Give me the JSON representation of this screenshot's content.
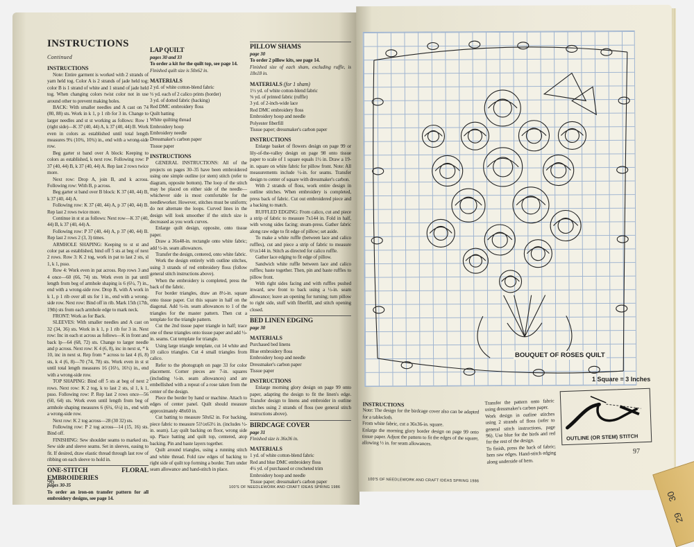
{
  "left_page": {
    "header": {
      "title": "INSTRUCTIONS",
      "subtitle": "Continued"
    },
    "col1": {
      "heading": "INSTRUCTIONS",
      "paragraphs": [
        "Note: Entire garment is worked with 2 strands of yarn held tog. Color A is 2 strands of jade held tog; color B is 1 strand of white and 1 strand of jade held tog. When changing colors twist color not in use around other to prevent making holes.",
        "BACK: With smaller needles and A cast on 74 (80, 88) sts. Work in k 1, p 1 rib for 3 in. Change to larger needles and st st working as follows: Row 1 (right side)—K 37 (40, 44) A, k 37 (40, 44) B. Work even in colors as established until total length measures 9¾ (10¾, 10¾) in., end with a wrong-side row.",
        "Beg garter st band over A block: Keeping to colors as established, k next row. Following row: P 37 (40, 44) B, k 37 (40, 44) A. Rep last 2 rows twice more.",
        "Next row: Drop A, join B, and k across. Following row: With B, p across.",
        "Beg garter st band over B block: K 37 (40, 44) B, k 37 (40, 44) A.",
        "Following row: K 37 (40, 44) A, p 37 (40, 44) B. Rep last 2 rows twice more.",
        "Continue in st st as follows: Next row—K 37 (40, 44) B, k 37 (40, 44) A.",
        "Following row: P 37 (40, 44) A, p 37 (40, 44) B. Rep last 2 rows 2 (3, 3) times.",
        "ARMHOLE SHAPING: Keeping to st st and color pat as established, bind off 5 sts at beg of next 2 rows. Row 3: K 2 tog, work in pat to last 2 sts, sl 1, k 1, psso.",
        "Row 4: Work even in pat across. Rep rows 3 and 4 once—60 (66, 74) sts. Work even in pat until length from beg of armhole shaping is 6 (6½, 7) in., end with a wrong-side row. Drop B, with A work in k 1, p 1 rib over all sts for 1 in., end with a wrong-side row. Next row: Bind off in rib. Mark 15th (17th, 19th) sts from each armhole edge to mark neck.",
        "FRONT: Work as for Back.",
        "SLEEVES: With smaller needles and A cast on 32 (34, 36) sts. Work in k 1, p 1 rib for 3 in. Next row: Inc in each st across as follows—K in front and back lp—64 (68, 72) sts. Change to larger needle and p across. Next row: K 4 (6, 8), inc in next st, * k 10, inc in next st. Rep from * across to last 4 (6, 8) sts, k 4 (6, 8)—70 (74, 78) sts. Work even in st st until total length measures 16 (16½, 16½) in., end with a wrong-side row.",
        "TOP SHAPING: Bind off 5 sts at beg of next 2 rows. Next row: K 2 tog, k to last 2 sts, sl 1, k 1, psso. Following row: P. Rep last 2 rows once—56 (60, 64) sts. Work even until length from beg of armhole shaping measures 6 (6¼, 6¼) in., end with a wrong-side row.",
        "Next row: K 2 tog across—28 (30 32) sts.",
        "Following row: P 2 tog across—14 (15, 16) sts. Bind off.",
        "FINISHING: Sew shoulder seams to marked sts. Sew side and sleeve seams. Set in sleeves, easing to fit. If desired, draw elastic thread through last row of ribbing on each sleeve to hold in."
      ],
      "section2": {
        "title": "ONE-STITCH FLORAL EMBROIDERIES",
        "pages": "pages 30-35",
        "order": "To order an iron-on transfer pattern for all embroidery designs, see page 14."
      }
    },
    "col2": {
      "title": "LAP QUILT",
      "pages": "pages 30 and 33",
      "order": "To order a kit for the quilt top, see page 14.",
      "finished": "Finished quilt size is 50x62 in.",
      "materials_heading": "MATERIALS",
      "materials": [
        "2 yd. of white cotton-blend fabric",
        "⅓ yd. each of 2 calico prints (border)",
        "3 yd. of dotted fabric (backing)",
        "Red DMC embroidery floss",
        "Quilt batting",
        "White quilting thread",
        "Embroidery hoop",
        "Embroidery needle",
        "Dressmaker's carbon paper",
        "Tissue paper"
      ],
      "instructions_heading": "INSTRUCTIONS",
      "paragraphs": [
        "GENERAL INSTRUCTIONS: All of the projects on pages 30–35 have been embroidered using one simple outline (or stem) stitch (refer to diagram, opposite bottom). The loop of the stitch may be placed on either side of the needle—whichever side is most comfortable for the needleworker. However, stitches must be uniform; do not alternate the loops. Curved lines in the design will look smoother if the stitch size is decreased as you work curves.",
        "Enlarge quilt design, opposite, onto tissue paper.",
        "Draw a 36x48-in. rectangle onto white fabric; add ½-in. seam allowances.",
        "Transfer the design, centered, onto white fabric.",
        "Work the design entirely with outline stitches, using 3 strands of red embroidery floss (follow general stitch instructions above).",
        "When the embroidery is completed, press the back of the fabric.",
        "For border triangles, draw an 8½-in. square onto tissue paper. Cut this square in half on the diagonal. Add ½-in. seam allowances to 1 of the triangles for the master pattern. Then cut a template for the triangle pattern.",
        "Cut the 2nd tissue paper triangle in half; trace one of these triangles onto tissue paper and add ½-in. seams. Cut template for triangle.",
        "Using large triangle template, cut 14 white and 10 calico triangles. Cut 4 small triangles from calico.",
        "Refer to the photograph on page 33 for color placement. Corner pieces are 7-in. squares (including ½-in. seam allowances) and are embellished with a repeat of a rose taken from the center of the design.",
        "Piece the border by hand or machine. Attach to edges of center panel. Quilt should measure approximately 48x60 in.",
        "Cut batting to measure 50x62 in. For backing, piece fabric to measure 51½x63½ in. (includes ½-in. seam). Lay quilt backing on floor, wrong side up. Place batting and quilt top, centered, atop backing. Pin and baste layers together.",
        "Quilt around triangles, using a running stitch and white thread. Fold raw edges of backing to right side of quilt top forming a border. Turn under seam allowance and hand-stitch in place."
      ]
    },
    "col3": {
      "pillow": {
        "title": "PILLOW SHAMS",
        "pages": "page 30",
        "order": "To order 2 pillow kits, see page 14.",
        "finished": "Finished size of each sham, excluding ruffle, is 18x18 in.",
        "materials_heading": "MATERIALS",
        "materials_note": "(for 1 sham)",
        "materials": [
          "1½ yd. of white cotton-blend fabric",
          "⅝ yd. of printed fabric (ruffle)",
          "3 yd. of 2-inch-wide lace",
          "Red DMC embroidery floss",
          "Embroidery hoop and needle",
          "Polyester fiberfill",
          "Tissue paper; dressmaker's carbon paper"
        ],
        "instructions_heading": "INSTRUCTIONS",
        "paragraphs": [
          "Enlarge basket of flowers design on page 99 or lily-of-the-valley design on page 98 onto tissue paper to scale of 1 square equals 1½ in. Draw a 19-in. square on white fabric for pillow front. Note: All measurements include ½-in. for seams. Transfer design to center of square with dressmaker's carbon.",
          "With 2 strands of floss, work entire design in outline stitches. When embroidery is completed, press back of fabric. Cut out embroidered piece and a backing to match.",
          "RUFFLED EDGING: From calico, cut and piece a strip of fabric to measure 7x144 in. Fold in half, with wrong sides facing; steam-press. Gather fabric along raw edge to fit edge of pillow; set aside.",
          "To make a white ruffle (between lace and calico ruffles), cut and piece a strip of fabric to measure 6½x144 in. Stitch as directed for calico ruffle.",
          "Gather lace edging to fit edge of pillow.",
          "Sandwich white ruffle between lace and calico ruffles; baste together. Then, pin and baste ruffles to pillow front.",
          "With right sides facing and with ruffles pushed inward, sew front to back using a ½-in. seam allowance; leave an opening for turning; turn pillow to right side, stuff with fiberfill, and stitch opening closed."
        ]
      },
      "bed": {
        "title": "BED LINEN EDGING",
        "pages": "page 30",
        "materials_heading": "MATERIALS",
        "materials": [
          "Purchased bed linens",
          "Blue embroidery floss",
          "Embroidery hoop and needle",
          "Dressmaker's carbon paper",
          "Tissue paper"
        ],
        "instructions_heading": "INSTRUCTIONS",
        "text": "Enlarge morning glory design on page 99 onto paper, adapting the design to fit the linen's edge. Transfer design to linens and embroider in outline stitches using 2 strands of floss (see general stitch instructions above)."
      },
      "bird": {
        "title": "BIRDCAGE COVER",
        "pages": "page 31",
        "finished": "Finished size is 36x36 in.",
        "materials_heading": "MATERIALS",
        "materials": [
          "1 yd. of white cotton-blend fabric",
          "Red and blue DMC embroidery floss",
          "4¼ yd. of purchased or crocheted trim",
          "Embroidery hoop and needle",
          "Tissue paper; dressmaker's carbon paper"
        ]
      }
    },
    "page_number": "96",
    "footer": "100'S OF NEEDLEWORK AND CRAFT IDEAS SPRING 1986"
  },
  "right_page": {
    "pattern_title": "BOUQUET OF ROSES QUILT",
    "scale": "1 Square = 3 Inches",
    "instructions_heading": "INSTRUCTIONS",
    "col1": [
      "Note: The design for the birdcage cover also can be adapted for a tablecloth.",
      "From white fabric, cut a 36x36-in. square.",
      "Enlarge the morning glory border design on page 99 onto tissue paper. Adjust the pattern to fit the edges of the square, allowing ½ in. for seam allowances."
    ],
    "col2": [
      "Transfer the pattern onto fabric using dressmaker's carbon paper.",
      "Work design in outline stitches using 2 strands of floss (refer to general stitch instructions, page 96). Use blue for the birds and red for the rest of the design.",
      "To finish, press the back of fabric; hem raw edges. Hand-stitch edging along underside of hem."
    ],
    "stitch_label": "OUTLINE (OR STEM) STITCH",
    "page_number": "97",
    "footer": "100'S OF NEEDLEWORK AND CRAFT IDEAS SPRING 1986",
    "ruler_numbers": [
      "30",
      "29"
    ]
  }
}
